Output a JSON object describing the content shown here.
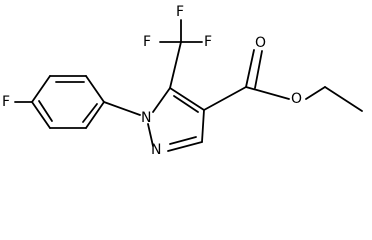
{
  "molecule": {
    "labels": {
      "fluoro": "F",
      "cf3_f_top": "F",
      "cf3_f_left": "F",
      "cf3_f_right": "F",
      "n1": "N",
      "n2": "N",
      "carbonyl_o": "O",
      "ester_o": "O"
    }
  }
}
